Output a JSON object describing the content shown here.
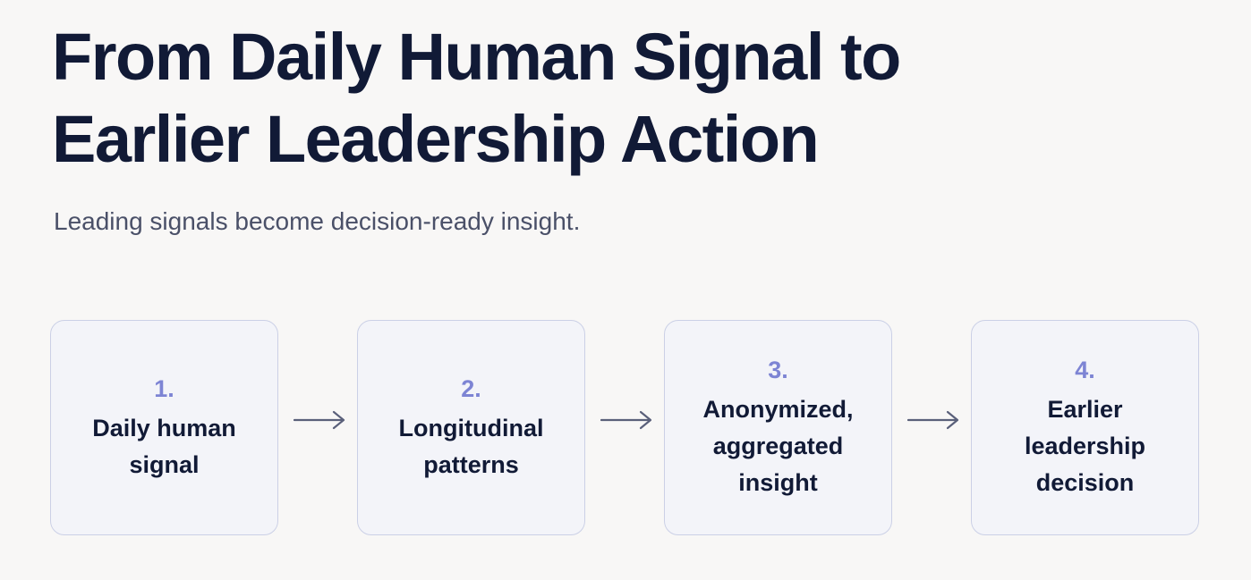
{
  "header": {
    "title": "From Daily Human Signal to Earlier Leadership Action",
    "subtitle": "Leading signals become decision-ready insight."
  },
  "steps": [
    {
      "number": "1.",
      "label": "Daily human signal"
    },
    {
      "number": "2.",
      "label": "Longitudinal patterns"
    },
    {
      "number": "3.",
      "label": "Anonymized, aggregated insight"
    },
    {
      "number": "4.",
      "label": "Earlier leadership decision"
    }
  ],
  "icons": {
    "connector": "arrow-right-icon"
  },
  "colors": {
    "background": "#f8f7f6",
    "title": "#111a36",
    "subtitle": "#4a5068",
    "step_number": "#7d84d4",
    "box_border": "#cbd0e6",
    "box_fill": "#f3f4f9",
    "arrow": "#5a607a"
  }
}
